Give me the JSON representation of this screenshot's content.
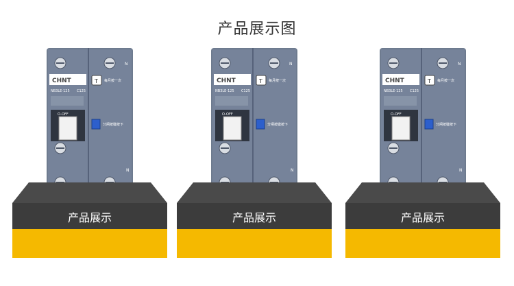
{
  "page": {
    "title": "产品展示图"
  },
  "products": [
    {
      "brand": "CHNT",
      "model": "NB3LE-125",
      "rating": "C125",
      "switch_label": "O-OFF",
      "test_label": "T",
      "hint_top": "每月按一次",
      "hint_side": "分闸按键按下",
      "neutral": "N",
      "plinth_label": "产品展示"
    },
    {
      "brand": "CHNT",
      "model": "NB3LE-125",
      "rating": "C125",
      "switch_label": "O-OFF",
      "test_label": "T",
      "hint_top": "每月按一次",
      "hint_side": "分闸按键按下",
      "neutral": "N",
      "plinth_label": "产品展示"
    },
    {
      "brand": "CHNT",
      "model": "NB3LE-125",
      "rating": "C125",
      "switch_label": "O-OFF",
      "test_label": "T",
      "hint_top": "每月按一次",
      "hint_side": "分闸按键按下",
      "neutral": "N",
      "plinth_label": "产品展示"
    }
  ],
  "colors": {
    "breaker_body": "#6e7b8f",
    "breaker_panel": "#7d899b",
    "pedestal_top": "#4a4a4a",
    "pedestal_front": "#3c3c3c",
    "base_yellow": "#f5b900"
  }
}
